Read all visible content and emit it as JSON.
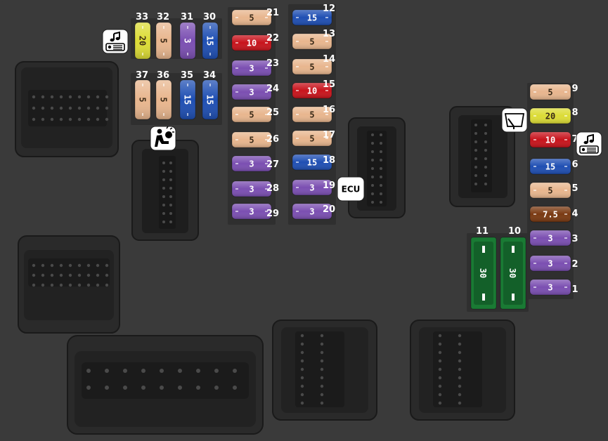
{
  "colors": {
    "background": "#3a3a3a",
    "panel": "#2f2f2f",
    "connector": "#262626",
    "fuse_3": "#7b4fb2",
    "fuse_5": "#e8b68e",
    "fuse_7_5": "#7a3a12",
    "fuse_10": "#c8141c",
    "fuse_15": "#1f4fb3",
    "fuse_20": "#dcdc36",
    "fuse_30": "#1a7a34"
  },
  "fuses": [
    {
      "num": "1",
      "amp": "3"
    },
    {
      "num": "2",
      "amp": "3"
    },
    {
      "num": "3",
      "amp": "3"
    },
    {
      "num": "4",
      "amp": "7.5"
    },
    {
      "num": "5",
      "amp": "5"
    },
    {
      "num": "6",
      "amp": "15"
    },
    {
      "num": "7",
      "amp": "10"
    },
    {
      "num": "8",
      "amp": "20"
    },
    {
      "num": "9",
      "amp": "5"
    },
    {
      "num": "10",
      "amp": "30"
    },
    {
      "num": "11",
      "amp": "30"
    },
    {
      "num": "12",
      "amp": "15"
    },
    {
      "num": "13",
      "amp": "5"
    },
    {
      "num": "14",
      "amp": "5"
    },
    {
      "num": "15",
      "amp": "10"
    },
    {
      "num": "16",
      "amp": "5"
    },
    {
      "num": "17",
      "amp": "5"
    },
    {
      "num": "18",
      "amp": "15"
    },
    {
      "num": "19",
      "amp": "3"
    },
    {
      "num": "20",
      "amp": "3"
    },
    {
      "num": "21",
      "amp": "5"
    },
    {
      "num": "22",
      "amp": "10"
    },
    {
      "num": "23",
      "amp": "3"
    },
    {
      "num": "24",
      "amp": "3"
    },
    {
      "num": "25",
      "amp": "5"
    },
    {
      "num": "26",
      "amp": "5"
    },
    {
      "num": "27",
      "amp": "3"
    },
    {
      "num": "28",
      "amp": "3"
    },
    {
      "num": "29",
      "amp": "3"
    },
    {
      "num": "30",
      "amp": "15"
    },
    {
      "num": "31",
      "amp": "3"
    },
    {
      "num": "32",
      "amp": "5"
    },
    {
      "num": "33",
      "amp": "20"
    },
    {
      "num": "34",
      "amp": "15"
    },
    {
      "num": "35",
      "amp": "15"
    },
    {
      "num": "36",
      "amp": "5"
    },
    {
      "num": "37",
      "amp": "5"
    }
  ],
  "badges": [
    {
      "for_fuse": "33",
      "icon": "music-radio-icon"
    },
    {
      "for_fuse": "36",
      "icon": "airbag-icon"
    },
    {
      "for_fuse": "19",
      "icon": "ecu-label",
      "text": "ECU"
    },
    {
      "for_fuse": "8",
      "icon": "rear-wiper-icon"
    },
    {
      "for_fuse": "7",
      "icon": "music-radio-icon"
    }
  ]
}
